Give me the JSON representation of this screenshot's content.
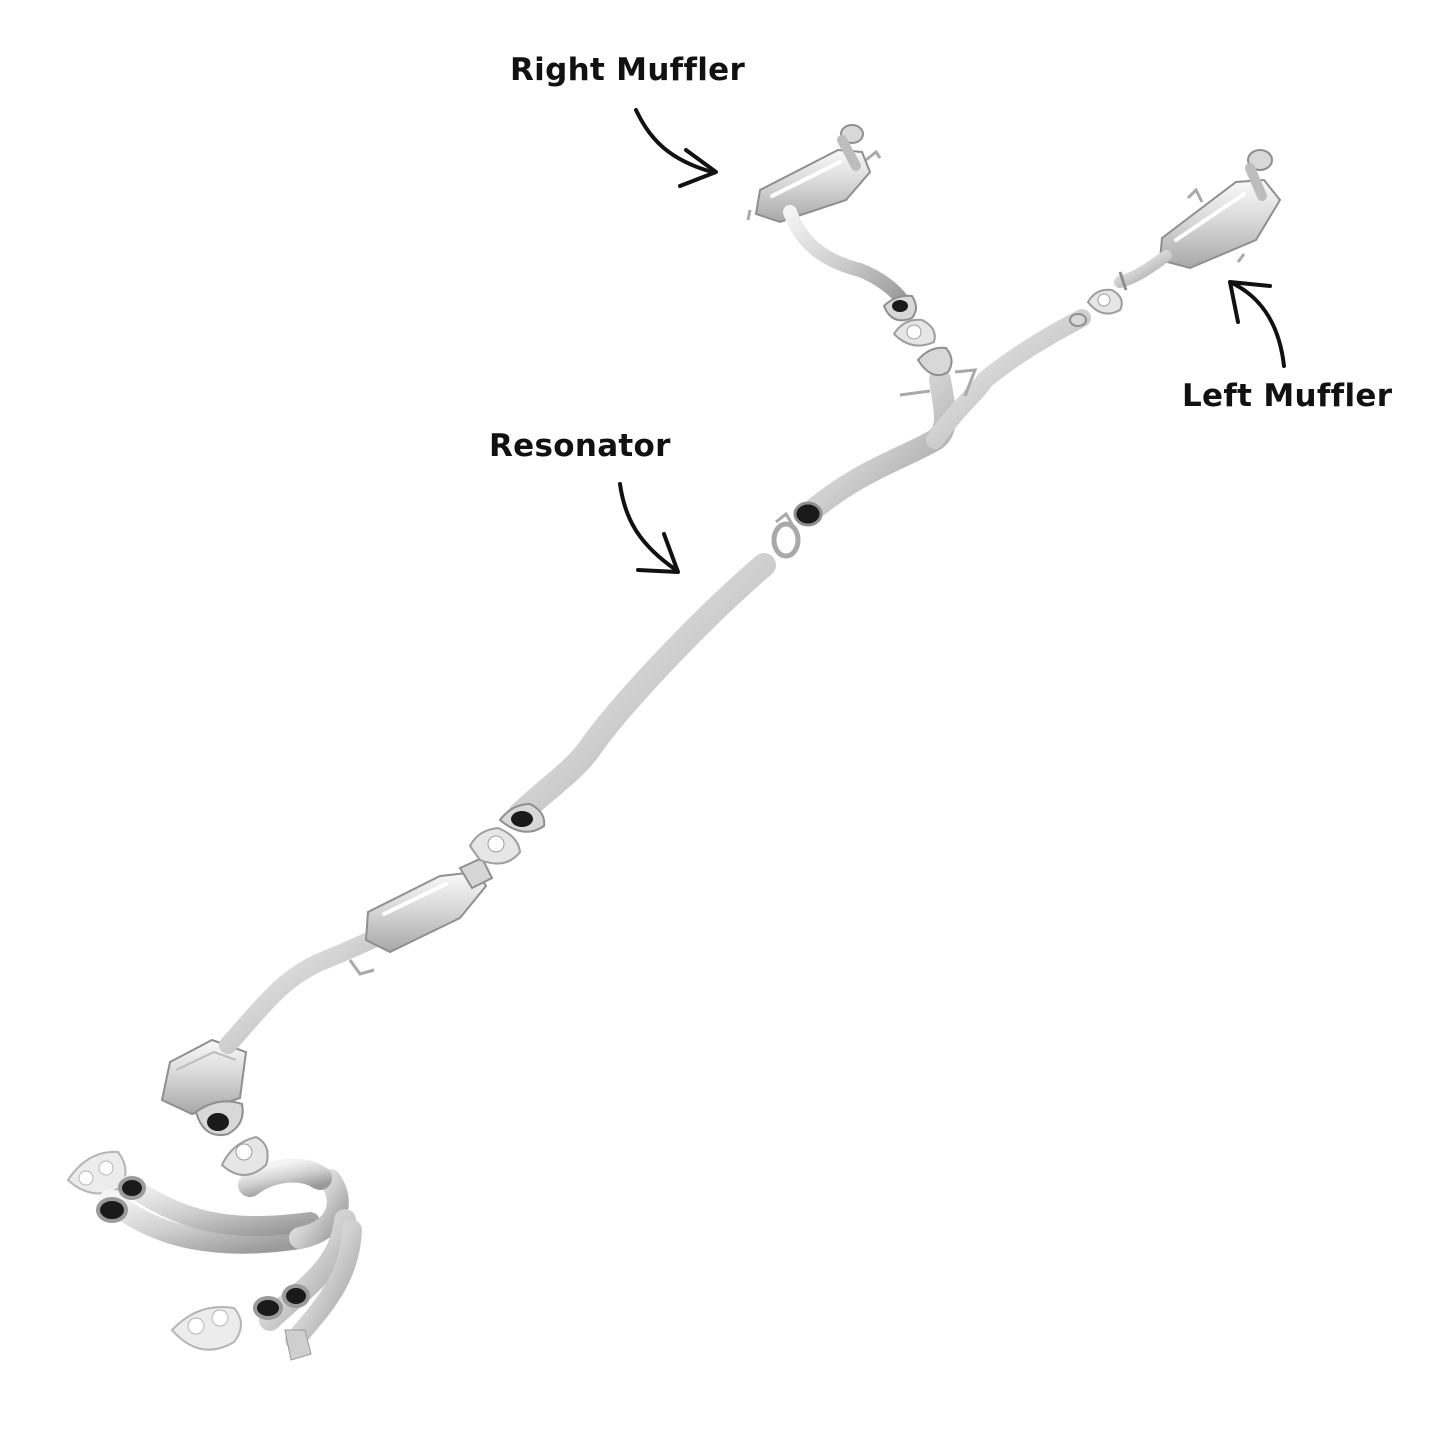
{
  "labels": {
    "right_muffler": "Right Muffler",
    "left_muffler": "Left Muffler",
    "resonator": "Resonator"
  },
  "colors": {
    "text": "#111111",
    "arrow": "#111111",
    "metal_light": "#e8e8e8",
    "metal_mid": "#c4c4c4",
    "metal_dark": "#8a8a8a",
    "gasket": "#dcdcdc",
    "hole": "#1a1a1a"
  }
}
